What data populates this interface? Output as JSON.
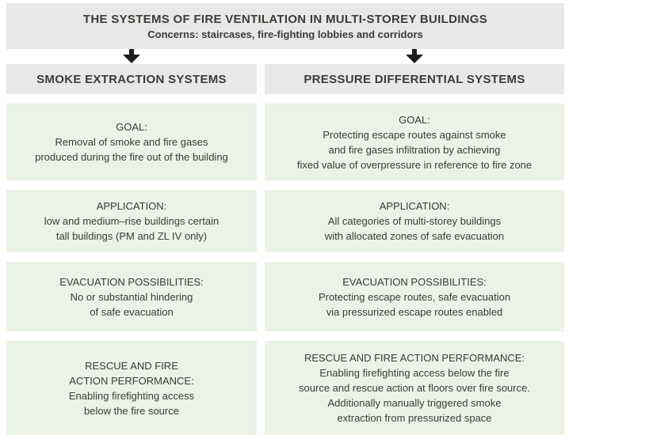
{
  "header": {
    "title": "THE SYSTEMS OF FIRE VENTILATION IN MULTI-STOREY BUILDINGS",
    "subtitle": "Concerns: staircases, fire-fighting lobbies and corridors"
  },
  "colors": {
    "box_gray": "#e8e8e6",
    "cell_green": "#eaf3e5",
    "text": "#3b3b3a",
    "arrow": "#1d1d1b"
  },
  "columns": [
    {
      "title": "SMOKE EXTRACTION SYSTEMS",
      "cells": [
        {
          "heading": "GOAL:",
          "body": "Removal of smoke and fire gases\nproduced during the fire out of the building"
        },
        {
          "heading": "APPLICATION:",
          "body": "low and medium–rise buildings certain\ntall buildings (PM and ZL IV only)"
        },
        {
          "heading": "EVACUATION POSSIBILITIES:",
          "body": "No or substantial hindering\nof safe evacuation"
        },
        {
          "heading": "RESCUE AND FIRE\nACTION PERFORMANCE:",
          "body": "Enabling firefighting access\nbelow the fire source"
        }
      ]
    },
    {
      "title": "PRESSURE DIFFERENTIAL SYSTEMS",
      "cells": [
        {
          "heading": "GOAL:",
          "body": "Protecting escape routes against smoke\nand fire gases infiltration by achieving\nfixed value of overpressure in reference to fire zone"
        },
        {
          "heading": "APPLICATION:",
          "body": "All categories of multi-storey buildings\nwith allocated zones of safe evacuation"
        },
        {
          "heading": "EVACUATION POSSIBILITIES:",
          "body": "Protecting escape routes, safe evacuation\nvia pressurized escape routes enabled"
        },
        {
          "heading": "RESCUE AND FIRE ACTION PERFORMANCE:",
          "body": "Enabling firefighting access below the fire\nsource and rescue action at floors over fire source.\nAdditionally manually triggered smoke\nextraction from pressurized space"
        }
      ]
    }
  ]
}
